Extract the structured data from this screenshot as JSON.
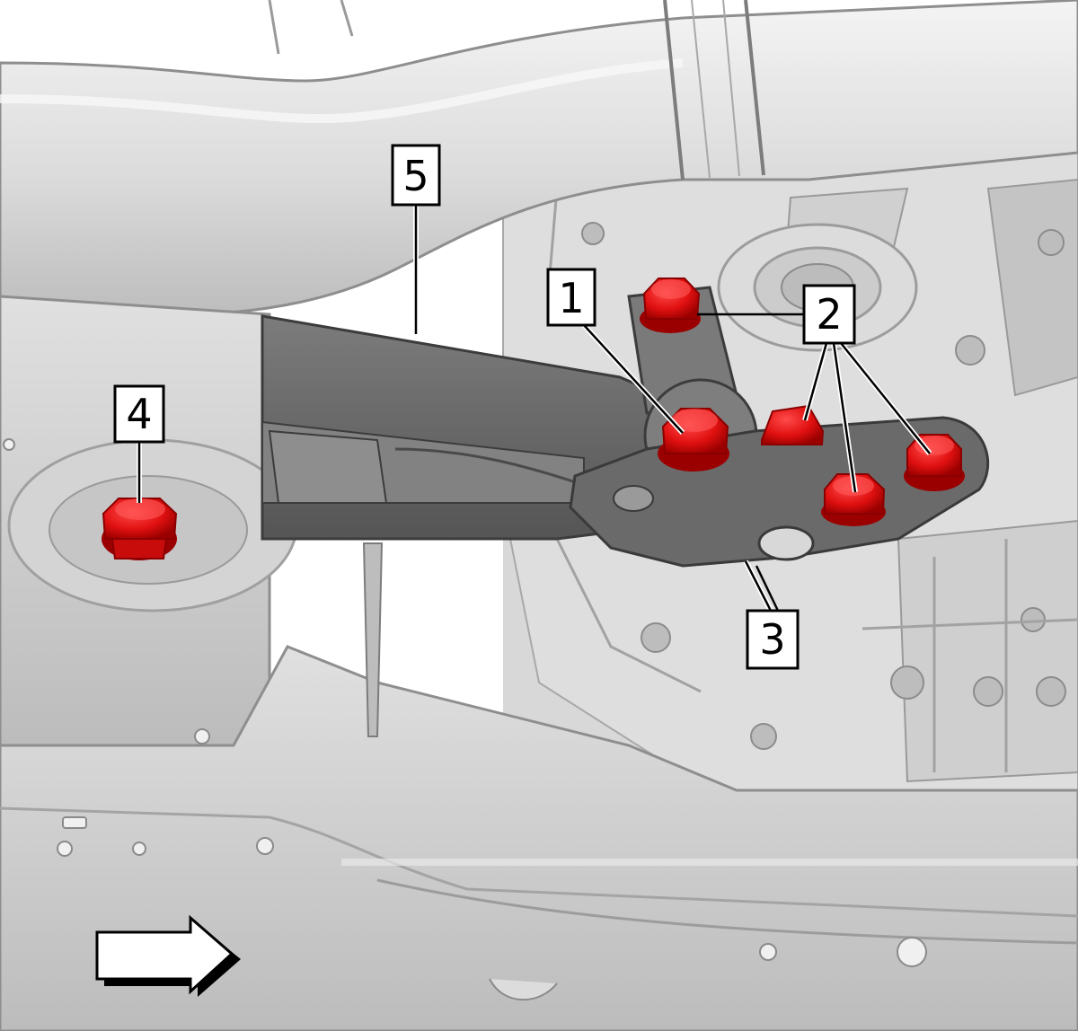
{
  "diagram": {
    "callouts": [
      {
        "id": "1",
        "label": "1"
      },
      {
        "id": "2",
        "label": "2"
      },
      {
        "id": "3",
        "label": "3"
      },
      {
        "id": "4",
        "label": "4"
      },
      {
        "id": "5",
        "label": "5"
      }
    ],
    "colors": {
      "bolt": "#e01010",
      "bolt_dark": "#9a0000",
      "bracket": "#6f6f6f",
      "bracket_dark": "#4f4f4f",
      "subframe": "#c9c9c9",
      "engine": "#dcdcdc",
      "pipe": "#e6e6e6",
      "line": "#000000"
    },
    "icons": {
      "direction": "arrow-right-icon"
    }
  }
}
